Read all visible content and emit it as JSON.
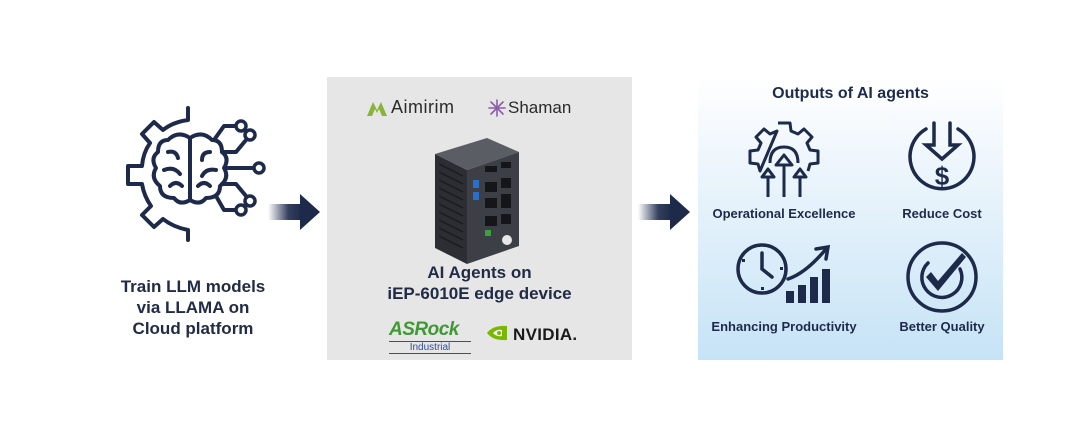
{
  "left": {
    "label_lines": [
      "Train LLM models",
      "via LLAMA on",
      "Cloud platform"
    ],
    "icon": "brain-circuit-gear-icon"
  },
  "center": {
    "partner_logos": [
      "Aimirim",
      "Shaman"
    ],
    "title_lines": [
      "AI Agents on",
      "iEP-6010E edge device"
    ],
    "bottom_logos": {
      "asrock": "ASRock",
      "asrock_sub": "Industrial",
      "nvidia": "NVIDIA."
    }
  },
  "right": {
    "title": "Outputs of AI agents",
    "outputs": [
      {
        "label": "Operational Excellence",
        "icon": "gear-growth-arrows-icon"
      },
      {
        "label": "Reduce Cost",
        "icon": "dollar-down-arrow-icon"
      },
      {
        "label": "Enhancing Productivity",
        "icon": "clock-bar-growth-icon"
      },
      {
        "label": "Better Quality",
        "icon": "checkmark-circle-icon"
      }
    ]
  },
  "colors": {
    "navy": "#1d2a4a",
    "panel_grey": "#e6e6e7",
    "panel_blue": "#c6e3f6",
    "asrock_green": "#3f9a34",
    "nvidia_green": "#76b900"
  }
}
